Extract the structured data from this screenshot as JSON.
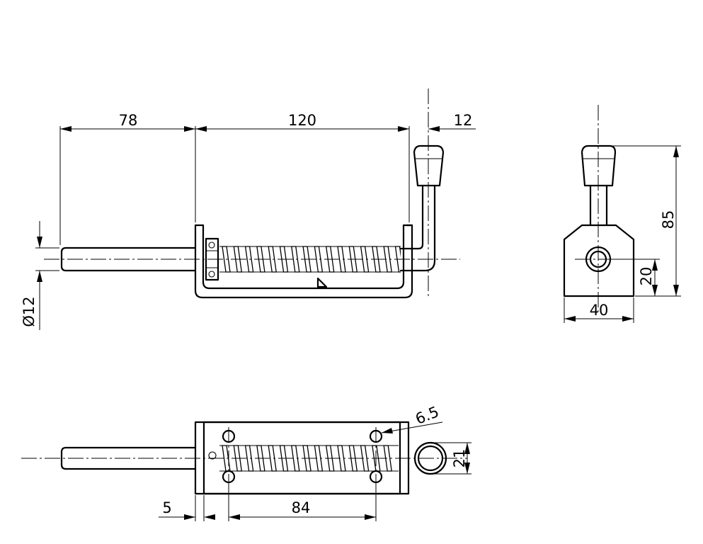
{
  "dimensions": {
    "rod_extension": "78",
    "bracket_length": "120",
    "handle_offset": "12",
    "rod_diameter": "Ø12",
    "side_height": "85",
    "side_axis_height": "20",
    "side_width": "40",
    "hole_diameter": "6.5",
    "hole_spacing_width": "21",
    "end_offset": "5",
    "hole_spacing_length": "84"
  }
}
